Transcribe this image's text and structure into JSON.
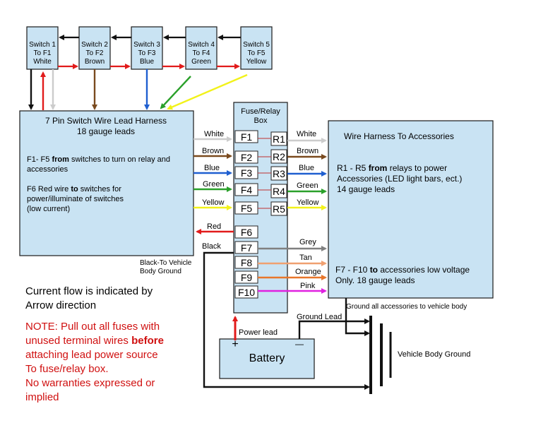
{
  "switches": [
    {
      "label1": "Switch 1",
      "label2": "To F1",
      "label3": "White"
    },
    {
      "label1": "Switch 2",
      "label2": "To F2",
      "label3": "Brown"
    },
    {
      "label1": "Switch 3",
      "label2": "To F3",
      "label3": "Blue"
    },
    {
      "label1": "Switch 4",
      "label2": "To F4",
      "label3": "Green"
    },
    {
      "label1": "Switch 5",
      "label2": "To F5",
      "label3": "Yellow"
    }
  ],
  "harness": {
    "title1": "7 Pin Switch Wire Lead Harness",
    "title2": "18 gauge leads",
    "desc1a": "F1- F5 ",
    "desc1b": "from",
    "desc1c": " switches to turn on relay and",
    "desc1d": "accessories",
    "desc2a": "F6 Red wire ",
    "desc2b": "to",
    "desc2c": " switches for",
    "desc2d": "power/illuminate of switches",
    "desc2e": "(low current)"
  },
  "fusebox": {
    "title1": "Fuse/Relay",
    "title2": "Box"
  },
  "fuses": [
    "F1",
    "F2",
    "F3",
    "F4",
    "F5",
    "F6",
    "F7",
    "F8",
    "F9",
    "F10"
  ],
  "relays": [
    "R1",
    "R2",
    "R3",
    "R4",
    "R5"
  ],
  "left_wires": [
    "White",
    "Brown",
    "Blue",
    "Green",
    "Yellow",
    "Red",
    "Black"
  ],
  "right_wires": [
    "White",
    "Brown",
    "Blue",
    "Green",
    "Yellow",
    "Grey",
    "Tan",
    "Orange",
    "Pink"
  ],
  "accessories": {
    "title": "Wire Harness To Accessories",
    "line1a": "R1 - R5 ",
    "line1b": "from",
    "line1c": " relays to power",
    "line2": "Accessories (LED light bars, ect.)",
    "line3": "14 gauge leads",
    "line4a": "F7 - F10 ",
    "line4b": "to",
    "line4c": " accessories low voltage",
    "line5": "Only. 18 gauge leads"
  },
  "ground_accessories": "Ground all accessories to vehicle body",
  "black_ground1": "Black-To Vehicle",
  "black_ground2": "Body Ground",
  "ground_lead": "Ground Lead",
  "power_lead": "Power lead",
  "battery": {
    "label": "Battery",
    "plus": "+",
    "minus": "—"
  },
  "vehicle_ground": "Vehicle Body Ground",
  "current_flow1": "Current flow is indicated by",
  "current_flow2": "Arrow direction",
  "note": {
    "line1": "NOTE: Pull out all fuses with",
    "line2a": "unused terminal wires ",
    "line2b": "before",
    "line3": "attaching lead power source",
    "line4": "To fuse/relay box.",
    "line5": "No warranties expressed or",
    "line6": "implied"
  },
  "colors": {
    "white": "#cccccc",
    "brown": "#7a4a1e",
    "blue": "#1f5fd0",
    "green": "#2aa02a",
    "yellow": "#f2f21a",
    "red": "#e11b1b",
    "black": "#111111",
    "grey": "#808080",
    "tan": "#f0a070",
    "orange": "#e8762a",
    "pink": "#e020e0",
    "box": "#c9e3f3",
    "note": "#d01010"
  }
}
